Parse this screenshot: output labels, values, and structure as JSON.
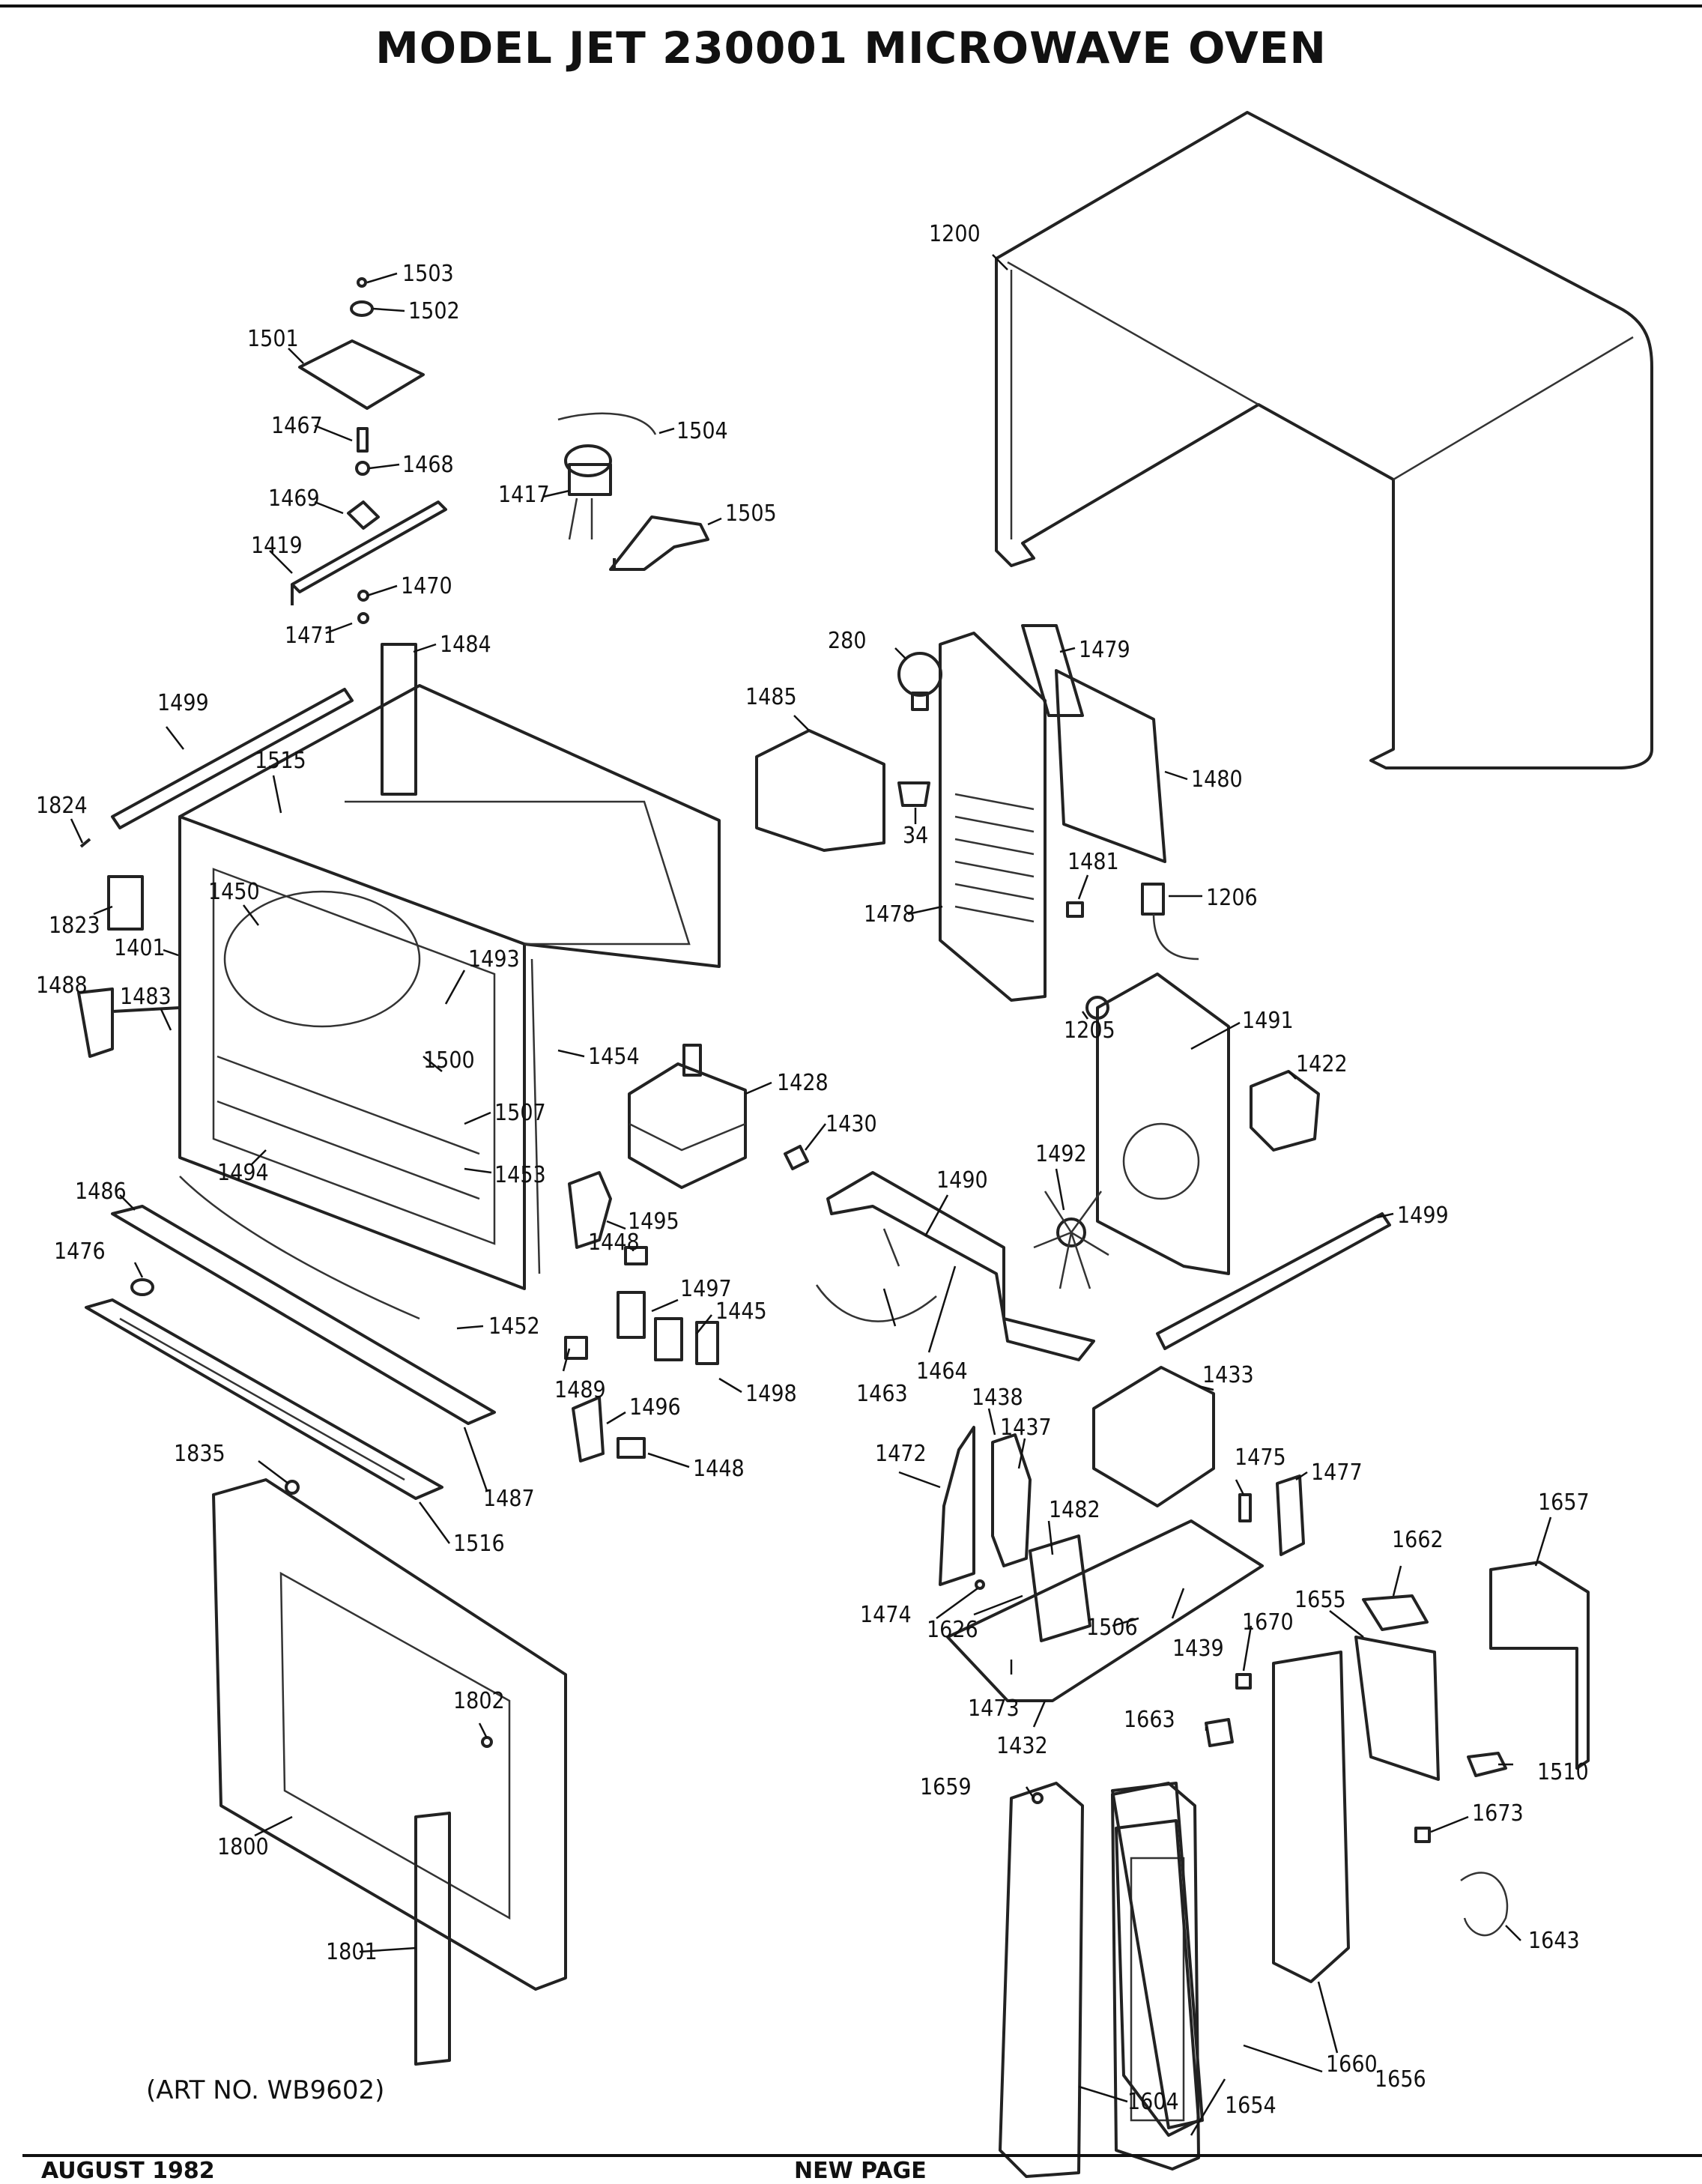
{
  "title": "MODEL  JET 230001  MICROWAVE OVEN",
  "art_no": "(ART NO. WB9602)",
  "footer": {
    "date": "AUGUST 1982",
    "center": "NEW PAGE"
  },
  "parts": [
    {
      "id": "p1200",
      "label": "1200",
      "icon": "cabinet-outer-case"
    },
    {
      "id": "p1503",
      "label": "1503",
      "icon": "screw"
    },
    {
      "id": "p1502",
      "label": "1502",
      "icon": "coupler"
    },
    {
      "id": "p1501",
      "label": "1501",
      "icon": "plate"
    },
    {
      "id": "p1467",
      "label": "1467",
      "icon": "shaft"
    },
    {
      "id": "p1468",
      "label": "1468",
      "icon": "screw"
    },
    {
      "id": "p1469",
      "label": "1469",
      "icon": "bearing"
    },
    {
      "id": "p1419",
      "label": "1419",
      "icon": "bracket"
    },
    {
      "id": "p1470",
      "label": "1470",
      "icon": "washer"
    },
    {
      "id": "p1471",
      "label": "1471",
      "icon": "screw"
    },
    {
      "id": "p1504",
      "label": "1504",
      "icon": "wire-harness"
    },
    {
      "id": "p1417",
      "label": "1417",
      "icon": "stirrer-motor"
    },
    {
      "id": "p1505",
      "label": "1505",
      "icon": "motor-bracket"
    },
    {
      "id": "p1484",
      "label": "1484",
      "icon": "hinge"
    },
    {
      "id": "p1499a",
      "label": "1499",
      "icon": "rail"
    },
    {
      "id": "p1515",
      "label": "1515",
      "icon": "switch"
    },
    {
      "id": "p1824",
      "label": "1824",
      "icon": "screw"
    },
    {
      "id": "p1823",
      "label": "1823",
      "icon": "hinge-plate"
    },
    {
      "id": "p1450",
      "label": "1450",
      "icon": "stirrer-cover"
    },
    {
      "id": "p1401",
      "label": "1401",
      "icon": "oven-cavity"
    },
    {
      "id": "p1493",
      "label": "1493",
      "icon": "bracket"
    },
    {
      "id": "p1488",
      "label": "1488",
      "icon": "bracket"
    },
    {
      "id": "p1483",
      "label": "1483",
      "icon": "rail"
    },
    {
      "id": "p1500",
      "label": "1500",
      "icon": "clip"
    },
    {
      "id": "p1454",
      "label": "1454",
      "icon": "thermal-cutout"
    },
    {
      "id": "p1428",
      "label": "1428",
      "icon": "magnetron"
    },
    {
      "id": "p1507",
      "label": "1507",
      "icon": "shelf-support"
    },
    {
      "id": "p1453",
      "label": "1453",
      "icon": "light-cover"
    },
    {
      "id": "p1494",
      "label": "1494",
      "icon": "cavity-shelf"
    },
    {
      "id": "p1430",
      "label": "1430",
      "icon": "thermal-protector"
    },
    {
      "id": "p280",
      "label": "280",
      "icon": "lamp-bulb"
    },
    {
      "id": "p1479",
      "label": "1479",
      "icon": "plate"
    },
    {
      "id": "p1485",
      "label": "1485",
      "icon": "waveguide-cover"
    },
    {
      "id": "p1480",
      "label": "1480",
      "icon": "duct"
    },
    {
      "id": "p34",
      "label": "34",
      "icon": "lamp-socket"
    },
    {
      "id": "p1481",
      "label": "1481",
      "icon": "clip"
    },
    {
      "id": "p1206",
      "label": "1206",
      "icon": "power-cord"
    },
    {
      "id": "p1478",
      "label": "1478",
      "icon": "vent-panel"
    },
    {
      "id": "p1205",
      "label": "1205",
      "icon": "strain-relief"
    },
    {
      "id": "p1491",
      "label": "1491",
      "icon": "fan-shroud"
    },
    {
      "id": "p1422",
      "label": "1422",
      "icon": "fan-motor"
    },
    {
      "id": "p1492",
      "label": "1492",
      "icon": "fan-blade"
    },
    {
      "id": "p1490",
      "label": "1490",
      "icon": "bracket"
    },
    {
      "id": "p1499b",
      "label": "1499",
      "icon": "rail"
    },
    {
      "id": "p1486",
      "label": "1486",
      "icon": "trim-strip"
    },
    {
      "id": "p1476",
      "label": "1476",
      "icon": "bushing"
    },
    {
      "id": "p1452",
      "label": "1452",
      "icon": "wire-lead"
    },
    {
      "id": "p1495",
      "label": "1495",
      "icon": "interlock-bracket"
    },
    {
      "id": "p1448a",
      "label": "1448",
      "icon": "switch"
    },
    {
      "id": "p1497",
      "label": "1497",
      "icon": "switch"
    },
    {
      "id": "p1445",
      "label": "1445",
      "icon": "switch"
    },
    {
      "id": "p1498",
      "label": "1498",
      "icon": "bracket"
    },
    {
      "id": "p1489",
      "label": "1489",
      "icon": "switch"
    },
    {
      "id": "p1496",
      "label": "1496",
      "icon": "switch-bracket"
    },
    {
      "id": "p1448b",
      "label": "1448",
      "icon": "switch"
    },
    {
      "id": "p1487",
      "label": "1487",
      "icon": "trim-strip"
    },
    {
      "id": "p1516",
      "label": "1516",
      "icon": "nameplate"
    },
    {
      "id": "p1835",
      "label": "1835",
      "icon": "bumper"
    },
    {
      "id": "p1463",
      "label": "1463",
      "icon": "wire-harness"
    },
    {
      "id": "p1464",
      "label": "1464",
      "icon": "screw"
    },
    {
      "id": "p1438",
      "label": "1438",
      "icon": "capacitor"
    },
    {
      "id": "p1437",
      "label": "1437",
      "icon": "capacitor-bracket"
    },
    {
      "id": "p1433",
      "label": "1433",
      "icon": "transformer"
    },
    {
      "id": "p1475",
      "label": "1475",
      "icon": "fuse"
    },
    {
      "id": "p1477",
      "label": "1477",
      "icon": "terminal-block"
    },
    {
      "id": "p1657",
      "label": "1657",
      "icon": "shield"
    },
    {
      "id": "p1472",
      "label": "1472",
      "icon": "bracket"
    },
    {
      "id": "p1482",
      "label": "1482",
      "icon": "relay"
    },
    {
      "id": "p1662",
      "label": "1662",
      "icon": "insulator"
    },
    {
      "id": "p1655",
      "label": "1655",
      "icon": "control-board"
    },
    {
      "id": "p1474",
      "label": "1474",
      "icon": "screw"
    },
    {
      "id": "p1626",
      "label": "1626",
      "icon": "diode"
    },
    {
      "id": "p1506",
      "label": "1506",
      "icon": "rectifier"
    },
    {
      "id": "p1439",
      "label": "1439",
      "icon": "diode"
    },
    {
      "id": "p1670",
      "label": "1670",
      "icon": "clip"
    },
    {
      "id": "p1473",
      "label": "1473",
      "icon": "fuse-holder"
    },
    {
      "id": "p1432",
      "label": "1432",
      "icon": "base-plate"
    },
    {
      "id": "p1663",
      "label": "1663",
      "icon": "clip"
    },
    {
      "id": "p1510",
      "label": "1510",
      "icon": "connector"
    },
    {
      "id": "p1659",
      "label": "1659",
      "icon": "screw"
    },
    {
      "id": "p1673",
      "label": "1673",
      "icon": "connector"
    },
    {
      "id": "p1802",
      "label": "1802",
      "icon": "door-latch-hole"
    },
    {
      "id": "p1800",
      "label": "1800",
      "icon": "door-assembly"
    },
    {
      "id": "p1801",
      "label": "1801",
      "icon": "door-handle"
    },
    {
      "id": "p1643",
      "label": "1643",
      "icon": "wire-harness"
    },
    {
      "id": "p1656",
      "label": "1656",
      "icon": "control-panel-frame"
    },
    {
      "id": "p1660",
      "label": "1660",
      "icon": "flex-circuit"
    },
    {
      "id": "p1654",
      "label": "1654",
      "icon": "touch-pad"
    },
    {
      "id": "p1604",
      "label": "1604",
      "icon": "control-panel-overlay"
    }
  ]
}
